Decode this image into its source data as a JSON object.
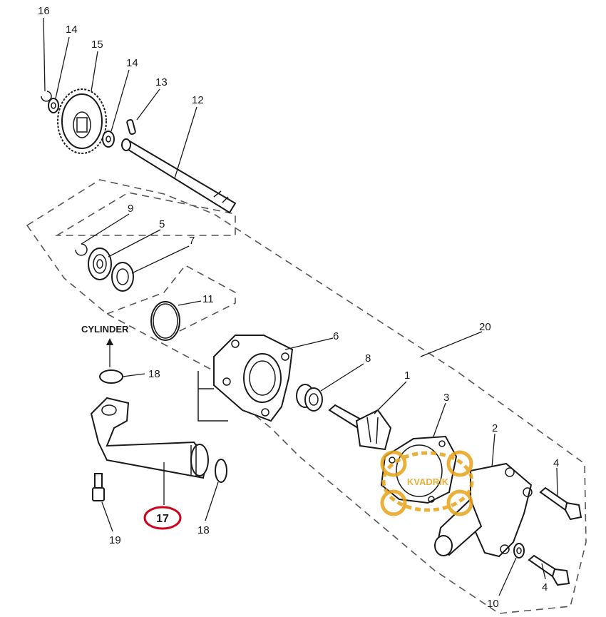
{
  "labels": {
    "l16": "16",
    "l14a": "14",
    "l15": "15",
    "l14b": "14",
    "l13": "13",
    "l12": "12",
    "l9": "9",
    "l5": "5",
    "l7": "7",
    "l11": "11",
    "l20": "20",
    "l6": "6",
    "l8": "8",
    "l1": "1",
    "l3": "3",
    "l2": "2",
    "l4a": "4",
    "l4b": "4",
    "l10": "10",
    "l18a": "18",
    "l18b": "18",
    "l17": "17",
    "l19": "19",
    "cylinder": "CYLINDER"
  },
  "highlight": {
    "part": "17",
    "color": "#d0021b"
  },
  "watermark": {
    "text": "KVADRIK",
    "color": "#e8a317"
  }
}
